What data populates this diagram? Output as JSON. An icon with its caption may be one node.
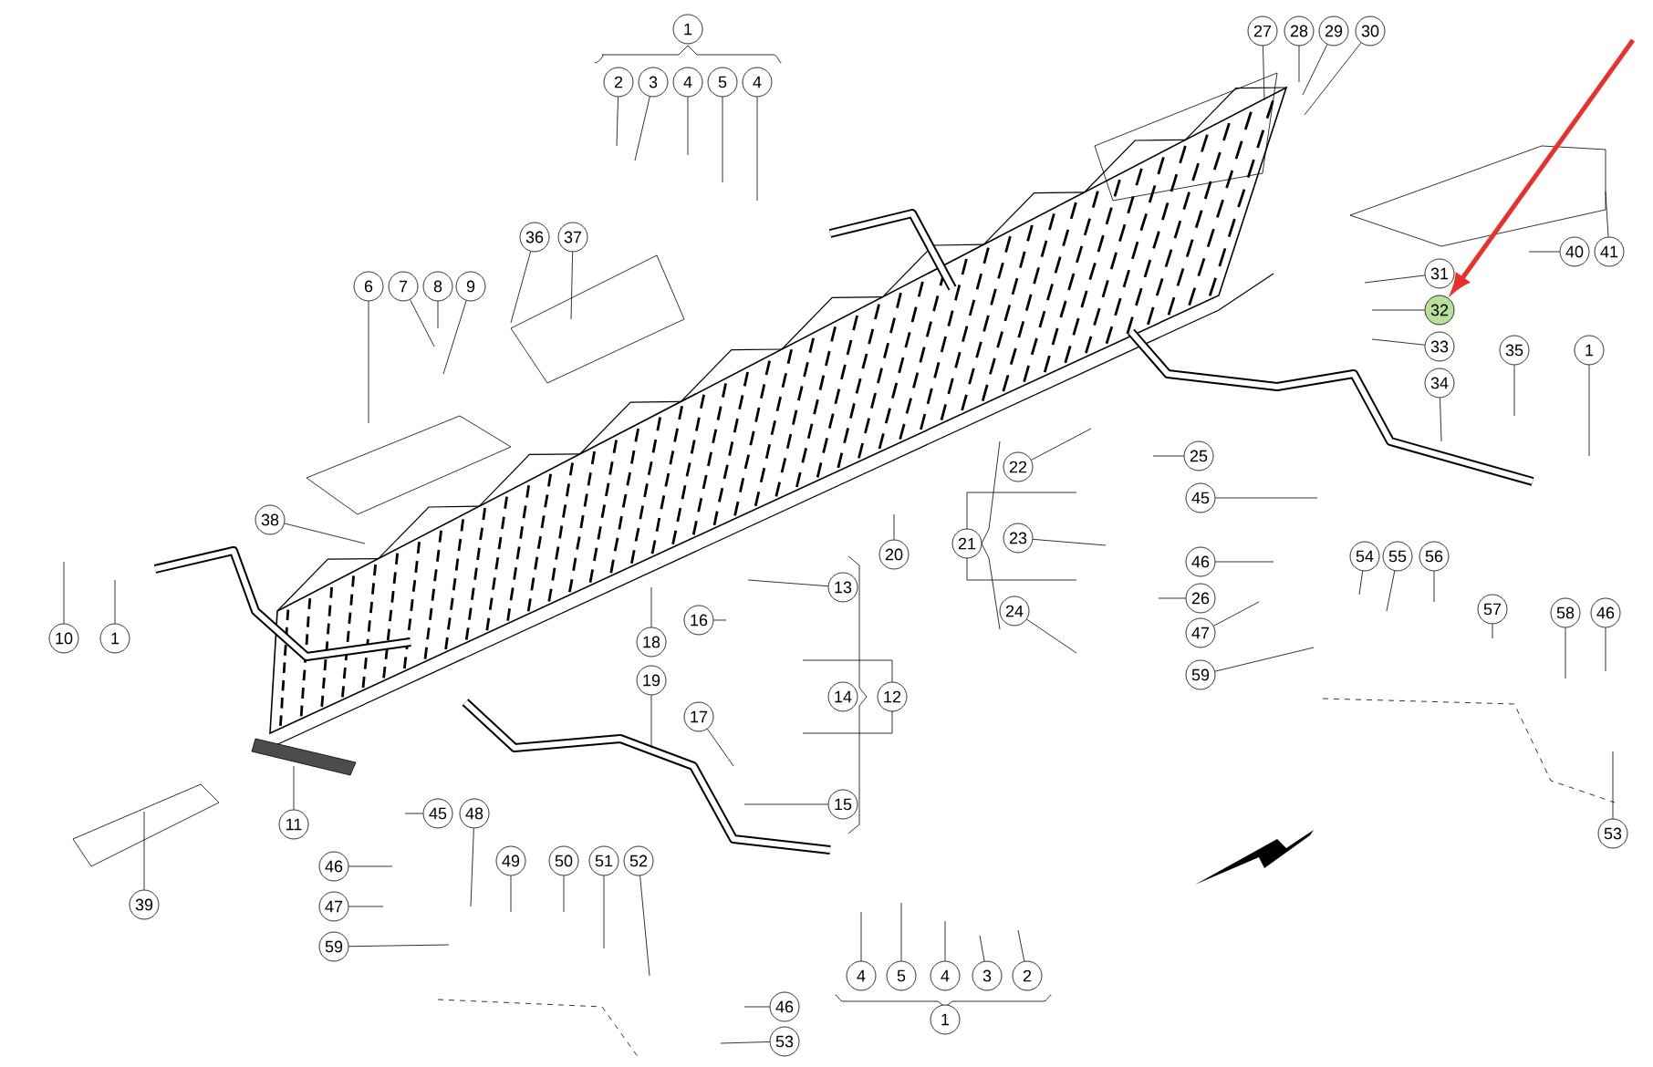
{
  "diagram": {
    "nodes": [
      {
        "text": [
          "1"
        ]
      },
      {
        "text": [
          "2"
        ]
      },
      {
        "text": [
          "3"
        ]
      },
      {
        "text": [
          "4"
        ]
      },
      {
        "text": [
          "5"
        ]
      },
      {
        "text": [
          "4"
        ]
      },
      {
        "text": [
          "27"
        ]
      },
      {
        "text": [
          "28"
        ]
      },
      {
        "text": [
          "29"
        ]
      },
      {
        "text": [
          "30"
        ]
      },
      {
        "text": [
          "36"
        ]
      },
      {
        "text": [
          "37"
        ]
      },
      {
        "text": [
          "6"
        ]
      },
      {
        "text": [
          "7"
        ]
      },
      {
        "text": [
          "8"
        ]
      },
      {
        "text": [
          "9"
        ]
      },
      {
        "text": [
          "40"
        ]
      },
      {
        "text": [
          "41"
        ]
      },
      {
        "text": [
          "31"
        ]
      },
      {
        "text": [
          "32"
        ]
      },
      {
        "text": [
          "33"
        ]
      },
      {
        "text": [
          "35"
        ]
      },
      {
        "text": [
          "1"
        ]
      },
      {
        "text": [
          "34"
        ]
      },
      {
        "text": [
          "22"
        ]
      },
      {
        "text": [
          "25"
        ]
      },
      {
        "text": [
          "45"
        ]
      },
      {
        "text": [
          "21"
        ]
      },
      {
        "text": [
          "23"
        ]
      },
      {
        "text": [
          "20"
        ]
      },
      {
        "text": [
          "26"
        ]
      },
      {
        "text": [
          "24"
        ]
      },
      {
        "text": [
          "38"
        ]
      },
      {
        "text": [
          "13"
        ]
      },
      {
        "text": [
          "16"
        ]
      },
      {
        "text": [
          "18"
        ]
      },
      {
        "text": [
          "14"
        ]
      },
      {
        "text": [
          "12"
        ]
      },
      {
        "text": [
          "19"
        ]
      },
      {
        "text": [
          "17"
        ]
      },
      {
        "text": [
          "15"
        ]
      },
      {
        "text": [
          "10"
        ]
      },
      {
        "text": [
          "1"
        ]
      },
      {
        "text": [
          "46"
        ]
      },
      {
        "text": [
          "47"
        ]
      },
      {
        "text": [
          "59"
        ]
      },
      {
        "text": [
          "54"
        ]
      },
      {
        "text": [
          "55"
        ]
      },
      {
        "text": [
          "56"
        ]
      },
      {
        "text": [
          "57"
        ]
      },
      {
        "text": [
          "58"
        ]
      },
      {
        "text": [
          "46"
        ]
      },
      {
        "text": [
          "11"
        ]
      },
      {
        "text": [
          "45"
        ]
      },
      {
        "text": [
          "48"
        ]
      },
      {
        "text": [
          "46"
        ]
      },
      {
        "text": [
          "49"
        ]
      },
      {
        "text": [
          "50"
        ]
      },
      {
        "text": [
          "51"
        ]
      },
      {
        "text": [
          "52"
        ]
      },
      {
        "text": [
          "47"
        ]
      },
      {
        "text": [
          "59"
        ]
      },
      {
        "text": [
          "46"
        ]
      },
      {
        "text": [
          "53"
        ]
      },
      {
        "text": [
          "53"
        ]
      },
      {
        "text": [
          "39"
        ]
      },
      {
        "text": [
          "4"
        ]
      },
      {
        "text": [
          "5"
        ]
      },
      {
        "text": [
          "4"
        ]
      },
      {
        "text": [
          "3"
        ]
      },
      {
        "text": [
          "2"
        ]
      },
      {
        "text": [
          "1"
        ]
      }
    ],
    "edges": [
      {
        "from": 1,
        "to": null,
        "arrow": "none"
      },
      {
        "from": 2,
        "to": null,
        "arrow": "none"
      },
      {
        "from": 3,
        "to": null,
        "arrow": "none"
      },
      {
        "from": 4,
        "to": null,
        "arrow": "none"
      },
      {
        "from": 5,
        "to": null,
        "arrow": "none"
      },
      {
        "from": 6,
        "to": null,
        "arrow": "none"
      },
      {
        "from": 7,
        "to": null,
        "arrow": "none"
      },
      {
        "from": 8,
        "to": null,
        "arrow": "none"
      },
      {
        "from": 9,
        "to": null,
        "arrow": "none"
      },
      {
        "from": 10,
        "to": null,
        "arrow": "none"
      },
      {
        "from": 11,
        "to": null,
        "arrow": "none"
      },
      {
        "from": 12,
        "to": null,
        "arrow": "none"
      },
      {
        "from": 13,
        "to": null,
        "arrow": "none"
      },
      {
        "from": 14,
        "to": null,
        "arrow": "none"
      },
      {
        "from": 15,
        "to": null,
        "arrow": "none"
      },
      {
        "from": 16,
        "to": null,
        "arrow": "none"
      },
      {
        "from": 17,
        "to": null,
        "arrow": "none"
      },
      {
        "from": 18,
        "to": null,
        "arrow": "none"
      },
      {
        "from": 19,
        "to": null,
        "arrow": "none"
      },
      {
        "from": 20,
        "to": null,
        "arrow": "none"
      },
      {
        "from": 21,
        "to": null,
        "arrow": "none"
      },
      {
        "from": 22,
        "to": null,
        "arrow": "none"
      },
      {
        "from": 23,
        "to": null,
        "arrow": "none"
      },
      {
        "from": 24,
        "to": null,
        "arrow": "none"
      },
      {
        "from": 25,
        "to": null,
        "arrow": "none"
      },
      {
        "from": 26,
        "to": null,
        "arrow": "none"
      },
      {
        "from": 28,
        "to": null,
        "arrow": "none"
      },
      {
        "from": 29,
        "to": null,
        "arrow": "none"
      },
      {
        "from": 30,
        "to": null,
        "arrow": "none"
      },
      {
        "from": 31,
        "to": null,
        "arrow": "none"
      },
      {
        "from": 32,
        "to": null,
        "arrow": "none"
      },
      {
        "from": 33,
        "to": null,
        "arrow": "none"
      },
      {
        "from": 34,
        "to": null,
        "arrow": "none"
      },
      {
        "from": 35,
        "to": null,
        "arrow": "none"
      },
      {
        "from": 38,
        "to": null,
        "arrow": "none"
      },
      {
        "from": 39,
        "to": null,
        "arrow": "none"
      },
      {
        "from": 40,
        "to": null,
        "arrow": "none"
      },
      {
        "from": 41,
        "to": null,
        "arrow": "none"
      },
      {
        "from": 42,
        "to": null,
        "arrow": "none"
      },
      {
        "from": 43,
        "to": null,
        "arrow": "none"
      },
      {
        "from": 44,
        "to": null,
        "arrow": "none"
      },
      {
        "from": 45,
        "to": null,
        "arrow": "none"
      },
      {
        "from": 46,
        "to": null,
        "arrow": "none"
      },
      {
        "from": 47,
        "to": null,
        "arrow": "none"
      },
      {
        "from": 48,
        "to": null,
        "arrow": "none"
      },
      {
        "from": 49,
        "to": null,
        "arrow": "none"
      },
      {
        "from": 50,
        "to": null,
        "arrow": "none"
      },
      {
        "from": 51,
        "to": null,
        "arrow": "none"
      },
      {
        "from": 52,
        "to": null,
        "arrow": "none"
      },
      {
        "from": 53,
        "to": null,
        "arrow": "none"
      },
      {
        "from": 54,
        "to": null,
        "arrow": "none"
      },
      {
        "from": 55,
        "to": null,
        "arrow": "none"
      },
      {
        "from": 56,
        "to": null,
        "arrow": "none"
      },
      {
        "from": 57,
        "to": null,
        "arrow": "none"
      },
      {
        "from": 58,
        "to": null,
        "arrow": "none"
      },
      {
        "from": 59,
        "to": null,
        "arrow": "none"
      },
      {
        "from": 60,
        "to": null,
        "arrow": "none"
      },
      {
        "from": 61,
        "to": null,
        "arrow": "none"
      },
      {
        "from": 62,
        "to": null,
        "arrow": "none"
      },
      {
        "from": 63,
        "to": null,
        "arrow": "none"
      },
      {
        "from": 64,
        "to": null,
        "arrow": "none"
      },
      {
        "from": 65,
        "to": null,
        "arrow": "none"
      },
      {
        "from": 66,
        "to": null,
        "arrow": "none"
      },
      {
        "from": 67,
        "to": null,
        "arrow": "none"
      },
      {
        "from": 68,
        "to": null,
        "arrow": "none"
      },
      {
        "from": 69,
        "to": null,
        "arrow": "none"
      },
      {
        "from": 70,
        "to": null,
        "arrow": "none"
      },
      {
        "from": null,
        "to": 19,
        "arrow": "to",
        "style": "thick",
        "color": "#e8312a"
      }
    ]
  }
}
